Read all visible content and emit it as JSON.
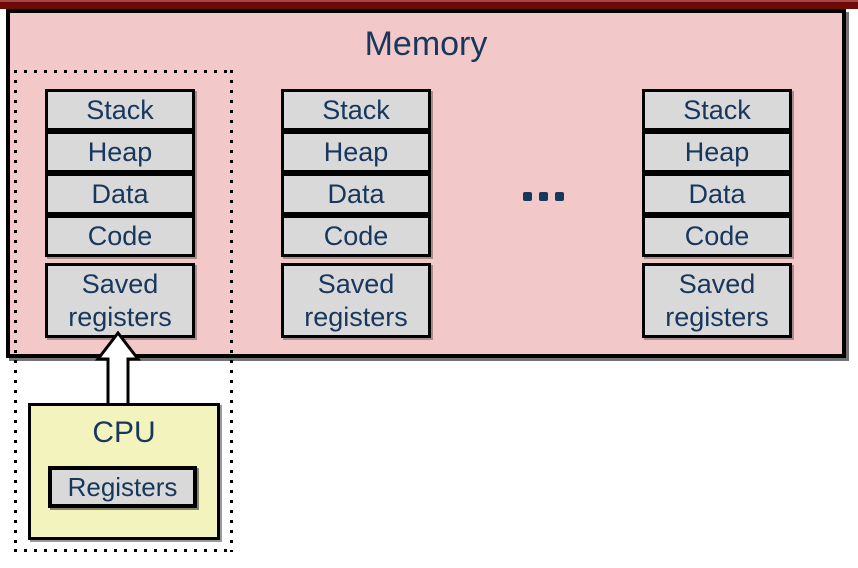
{
  "slide": {
    "topbar_color": "#6E0909",
    "background_color": "#FFFFFF"
  },
  "memory": {
    "title": "Memory",
    "fill_color": "#F2C8C9",
    "border_color": "#000000",
    "text_color": "#17375D",
    "ellipsis": "...",
    "columns": [
      {
        "segments": [
          "Stack",
          "Heap",
          "Data",
          "Code"
        ],
        "saved_lines": [
          "Saved",
          "registers"
        ]
      },
      {
        "segments": [
          "Stack",
          "Heap",
          "Data",
          "Code"
        ],
        "saved_lines": [
          "Saved",
          "registers"
        ]
      },
      {
        "segments": [
          "Stack",
          "Heap",
          "Data",
          "Code"
        ],
        "saved_lines": [
          "Saved",
          "registers"
        ]
      }
    ],
    "segment_fill_color": "#D9D9D9"
  },
  "cpu": {
    "title": "CPU",
    "fill_color": "#F3F3BE",
    "registers_label": "Registers"
  },
  "icons": {
    "up_arrow": "block arrow from CPU registers up to saved registers in memory"
  }
}
